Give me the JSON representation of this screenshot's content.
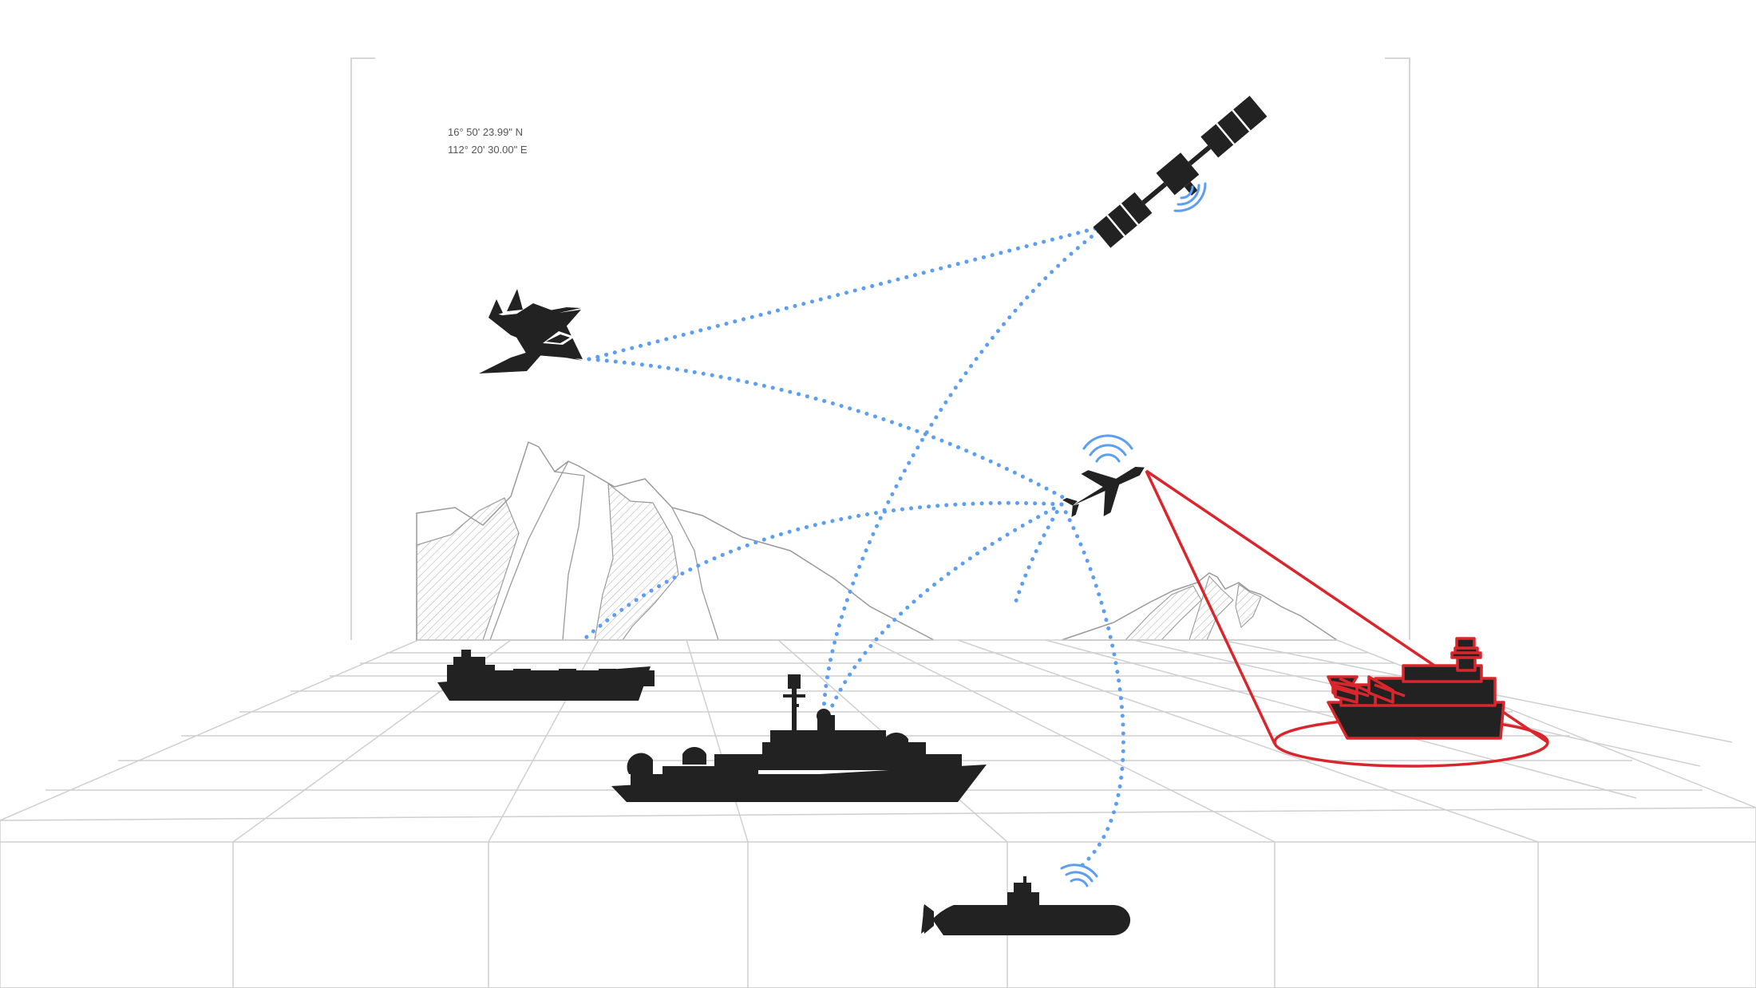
{
  "coordinates": {
    "latitude": "16° 50' 23.99\" N",
    "longitude": "112° 20' 30.00\" E"
  },
  "assets": [
    {
      "name": "satellite",
      "icon": "satellite-icon",
      "signal": true
    },
    {
      "name": "fighter-jet",
      "icon": "fighter-jet-icon",
      "signal": false
    },
    {
      "name": "drone",
      "icon": "drone-icon",
      "signal": true
    },
    {
      "name": "cargo-ship",
      "icon": "cargo-ship-icon",
      "signal": false
    },
    {
      "name": "command-ship",
      "icon": "warship-icon",
      "signal": false
    },
    {
      "name": "submarine",
      "icon": "submarine-icon",
      "signal": true
    },
    {
      "name": "target-ship",
      "icon": "target-warship-icon",
      "signal": false,
      "targeted": true
    }
  ],
  "colors": {
    "silhouette": "#222222",
    "link": "#5b9ef2",
    "target": "#d9262c",
    "grid": "#cfcfcf",
    "frame": "#d6d6d6",
    "mountain_line": "#9a9a9a",
    "coords_text": "#555555"
  }
}
